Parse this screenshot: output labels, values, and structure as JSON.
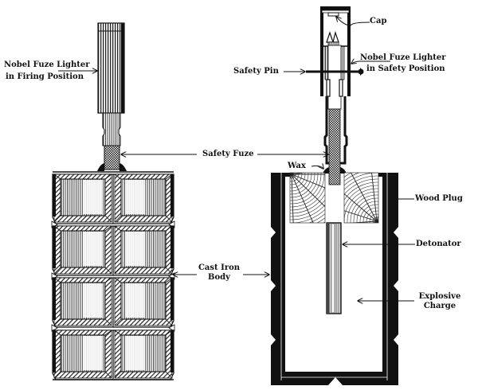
{
  "figure": {
    "title": "Hand grenade with Nobel fuze lighter — exterior and sectional views",
    "colors": {
      "ink": "#111111",
      "paper": "#ffffff"
    },
    "left_view": {
      "name": "exterior view",
      "labels": {
        "lighter_line1": "Nobel Fuze Lighter",
        "lighter_line2": "in Firing Position"
      }
    },
    "right_view": {
      "name": "sectional view",
      "labels": {
        "cap": "Cap",
        "safety_pin": "Safety Pin",
        "lighter_line1": "Nobel Fuze Lighter",
        "lighter_line2": "in Safety Position",
        "wax": "Wax",
        "wood_plug": "Wood Plug",
        "detonator": "Detonator",
        "explosive_line1": "Explosive",
        "explosive_line2": "Charge"
      }
    },
    "shared_labels": {
      "safety_fuze": "Safety Fuze",
      "body_line1": "Cast Iron",
      "body_line2": "Body"
    }
  }
}
